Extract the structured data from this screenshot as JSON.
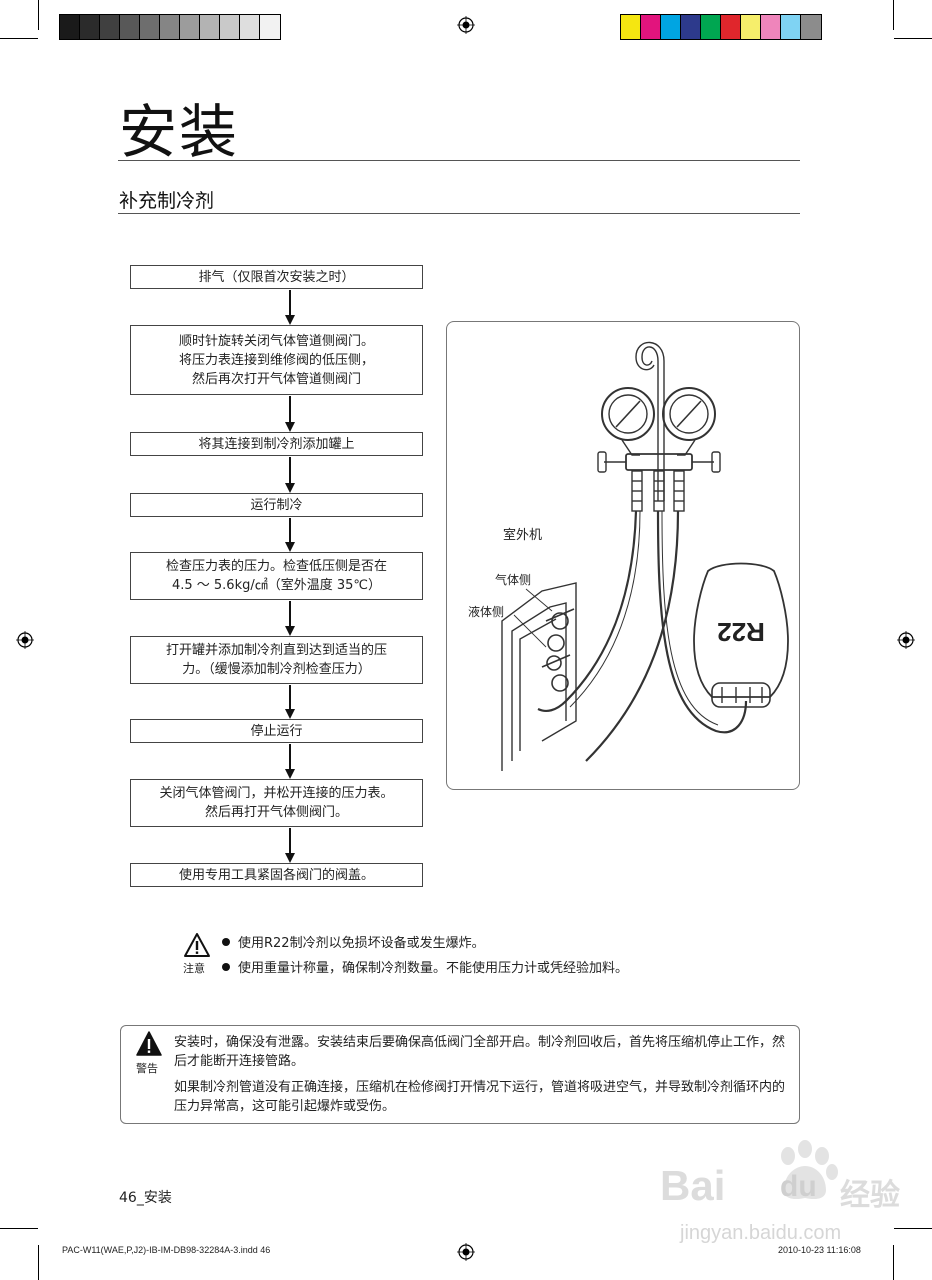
{
  "print_marks": {
    "gray_swatches": [
      "#1a1a1a",
      "#2b2b2b",
      "#404040",
      "#585858",
      "#6e6e6e",
      "#858585",
      "#9c9c9c",
      "#b3b3b3",
      "#c9c9c9",
      "#dedede",
      "#f2f2f2"
    ],
    "color_swatches": [
      "#f5e611",
      "#e2147d",
      "#00a5e2",
      "#2d3a8c",
      "#00a651",
      "#e0262c",
      "#f6ee6b",
      "#ef85bb",
      "#7fd3f3",
      "#8c8c8c"
    ]
  },
  "document": {
    "title": "安装",
    "section_title": "补充制冷剂"
  },
  "flow_steps": [
    {
      "lines": [
        "排气（仅限首次安装之时）"
      ]
    },
    {
      "lines": [
        "顺时针旋转关闭气体管道侧阀门。",
        "将压力表连接到维修阀的低压侧，",
        "然后再次打开气体管道侧阀门"
      ]
    },
    {
      "lines": [
        "将其连接到制冷剂添加罐上"
      ]
    },
    {
      "lines": [
        "运行制冷"
      ]
    },
    {
      "lines": [
        "检查压力表的压力。检查低压侧是否在",
        "4.5 ～ 5.6kg/㎠（室外温度 35℃）"
      ]
    },
    {
      "lines": [
        "打开罐并添加制冷剂直到达到适当的压",
        "力。（缓慢添加制冷剂检查压力）"
      ]
    },
    {
      "lines": [
        "停止运行"
      ]
    },
    {
      "lines": [
        "关闭气体管阀门，并松开连接的压力表。",
        "然后再打开气体侧阀门。"
      ]
    },
    {
      "lines": [
        "使用专用工具紧固各阀门的阀盖。"
      ]
    }
  ],
  "illustration": {
    "outdoor_unit_label": "室外机",
    "gas_side_label": "气体侧",
    "liquid_side_label": "液体侧",
    "tank_label": "R22"
  },
  "caution": {
    "label": "注意",
    "items": [
      "使用R22制冷剂以免损坏设备或发生爆炸。",
      "使用重量计称量，确保制冷剂数量。不能使用压力计或凭经验加料。"
    ]
  },
  "warning": {
    "label": "警告",
    "paragraphs": [
      "安装时，确保没有泄露。安装结束后要确保高低阀门全部开启。制冷剂回收后，首先将压缩机停止工作，然后才能断开连接管路。",
      "如果制冷剂管道没有正确连接，压缩机在检修阀打开情况下运行，管道将吸进空气，并导致制冷剂循环内的压力异常高，这可能引起爆炸或受伤。"
    ]
  },
  "footer": {
    "page_number": "46_安装",
    "file_slug": "PAC-W11(WAE,P,J2)-IB-IM-DB98-32284A-3.indd   46",
    "timestamp": "2010-10-23   11:16:08"
  },
  "watermark": {
    "brand": "Bai",
    "brand_du": "du",
    "brand_cn": "经验",
    "url": "jingyan.baidu.com"
  }
}
